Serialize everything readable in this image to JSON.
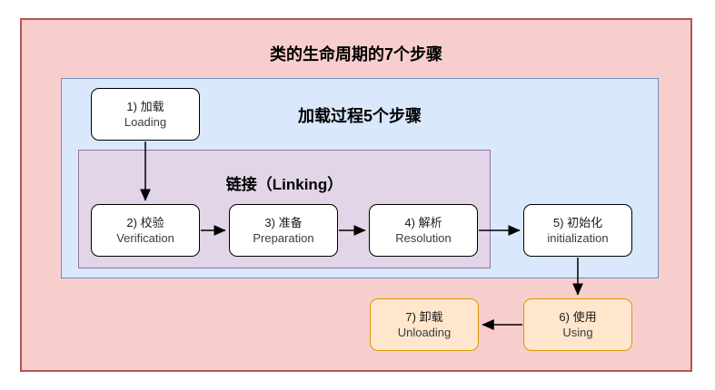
{
  "diagram": {
    "title": "类的生命周期的7个步骤",
    "groups": {
      "loading_process": {
        "label": "加载过程5个步骤"
      },
      "linking": {
        "label": "链接（Linking）"
      }
    },
    "nodes": {
      "loading": {
        "zh": "1) 加载",
        "en": "Loading"
      },
      "verification": {
        "zh": "2) 校验",
        "en": "Verification"
      },
      "preparation": {
        "zh": "3) 准备",
        "en": "Preparation"
      },
      "resolution": {
        "zh": "4) 解析",
        "en": "Resolution"
      },
      "initialization": {
        "zh": "5) 初始化",
        "en": "initialization"
      },
      "using": {
        "zh": "6) 使用",
        "en": "Using"
      },
      "unloading": {
        "zh": "7) 卸载",
        "en": "Unloading"
      }
    },
    "colors": {
      "lifecycle_fill": "#f8cecc",
      "lifecycle_stroke": "#b85450",
      "loading_fill": "#dae8fc",
      "loading_stroke": "#6c8ebf",
      "linking_fill": "#e1d5e7",
      "linking_stroke": "#9673a6",
      "step_fill": "#ffffff",
      "step_stroke": "#000000",
      "usage_fill": "#ffe6cc",
      "usage_stroke": "#d79b00",
      "arrow": "#000000"
    }
  }
}
